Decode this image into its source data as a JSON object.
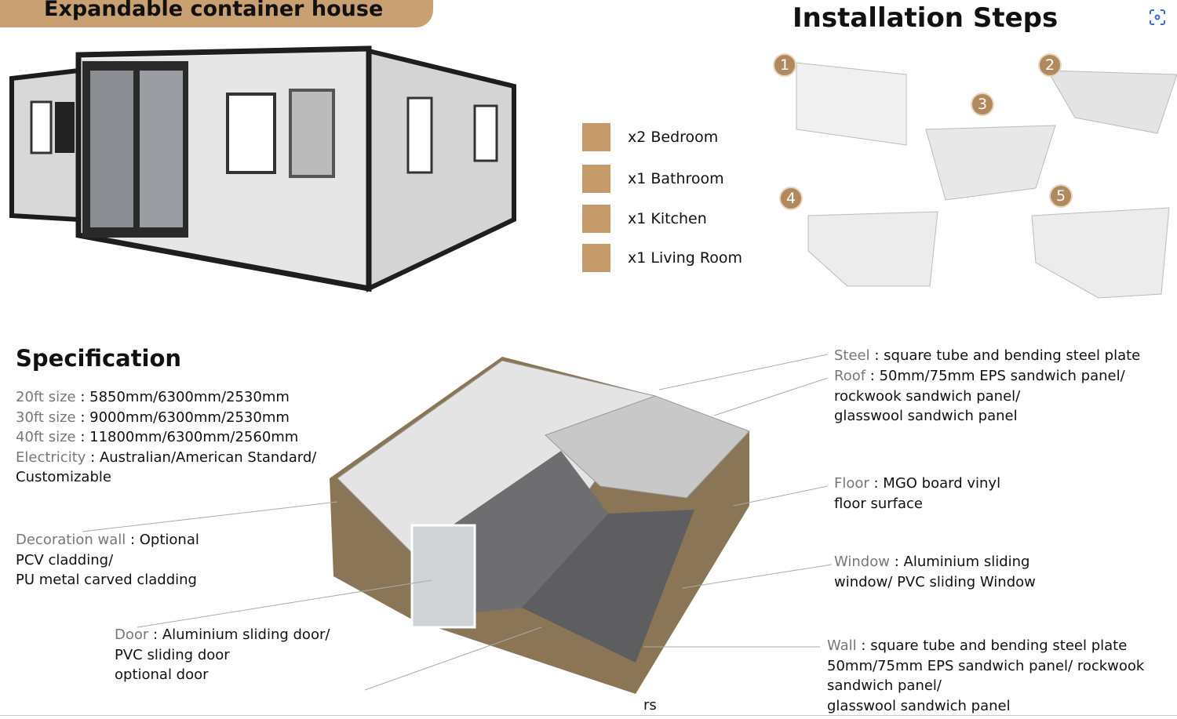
{
  "header": {
    "title": "Expandable container house",
    "scan_icon": "scan-icon"
  },
  "amenities": [
    {
      "label": "x2 Bedroom",
      "icon": "bed-icon"
    },
    {
      "label": "x1 Bathroom",
      "icon": "shower-icon"
    },
    {
      "label": "x1 Kitchen",
      "icon": "kitchen-icon"
    },
    {
      "label": "x1 Living Room",
      "icon": "sofa-icon"
    }
  ],
  "installation": {
    "title": "Installation Steps",
    "steps": [
      "1",
      "2",
      "3",
      "4",
      "5"
    ]
  },
  "specification": {
    "title": "Specification",
    "sizes": [
      {
        "label": "20ft size",
        "value": "5850mm/6300mm/2530mm"
      },
      {
        "label": "30ft size",
        "value": "9000mm/6300mm/2530mm"
      },
      {
        "label": "40ft size",
        "value": "11800mm/6300mm/2560mm"
      },
      {
        "label": "Electricity",
        "value": "Australian/American Standard/",
        "value2": "Customizable"
      }
    ],
    "decoration": {
      "label": "Decoration wall",
      "lines": [
        "Optional",
        "PCV cladding/",
        "PU metal carved cladding"
      ]
    },
    "door": {
      "label": "Door",
      "lines": [
        "Aluminium sliding door/",
        "PVC sliding door",
        "optional door"
      ]
    },
    "steel": {
      "label": "Steel",
      "lines": [
        "square tube and bending steel plate"
      ]
    },
    "roof": {
      "label": "Roof",
      "lines": [
        "50mm/75mm EPS sandwich panel/",
        "rockwook sandwich panel/",
        "glasswool sandwich panel"
      ]
    },
    "floor": {
      "label": "Floor",
      "lines": [
        "MGO board vinyl",
        "floor surface"
      ]
    },
    "window": {
      "label": "Window",
      "lines": [
        "Aluminium sliding",
        "window/ PVC sliding Window"
      ]
    },
    "wall": {
      "label": "Wall",
      "lines": [
        "square tube and bending steel plate",
        "50mm/75mm EPS sandwich panel/ rockwook",
        "sandwich panel/",
        "glasswool sandwich panel"
      ]
    },
    "fragment": "rs"
  },
  "colors": {
    "accent": "#c9a072",
    "label_gray": "#777777",
    "step_badge": "#b08a5e"
  }
}
